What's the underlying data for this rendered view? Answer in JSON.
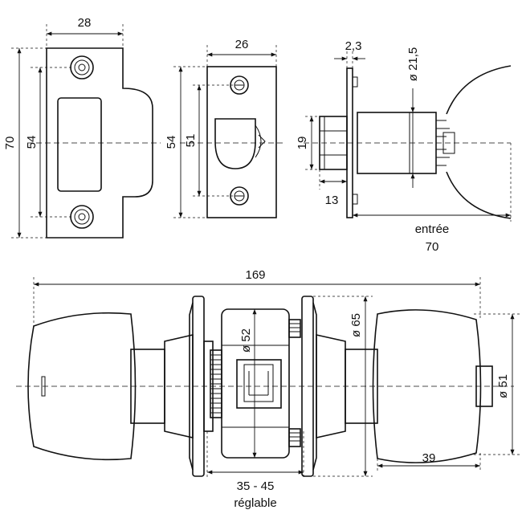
{
  "labels": {
    "strike_width": "28",
    "strike_height": "70",
    "strike_hole_spacing": "54",
    "latch_width": "26",
    "latch_plate_height": "54",
    "latch_hole_spacing": "51",
    "latch_plate_thickness": "2,3",
    "latch_bolt_diameter": "ø 21,5",
    "latch_bolt_height": "19",
    "latch_bolt_projection": "13",
    "backset_word": "entrée",
    "backset_value": "70",
    "overall_length": "169",
    "rose_diameter": "ø 52",
    "escutcheon_diameter": "ø 65",
    "knob_diameter": "ø 51",
    "knob_length": "39",
    "door_thickness": "35 - 45",
    "adjustable_word": "réglable"
  },
  "colors": {
    "line": "#111111",
    "background": "#ffffff"
  }
}
